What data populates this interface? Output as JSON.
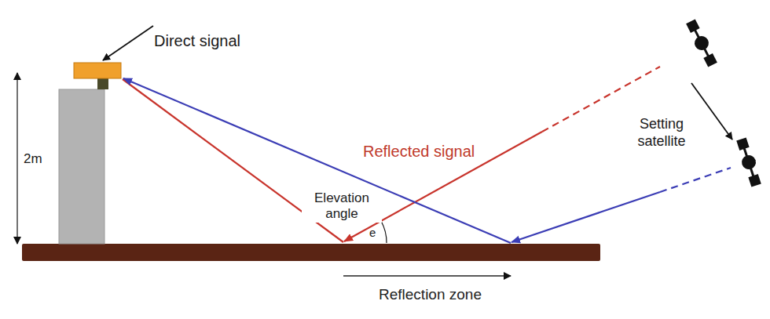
{
  "diagram": {
    "labels": [
      "Direct signal",
      "2m",
      "Reflected signal",
      "Elevation angle",
      "e",
      "Setting satellite",
      "Reflection zone"
    ]
  }
}
